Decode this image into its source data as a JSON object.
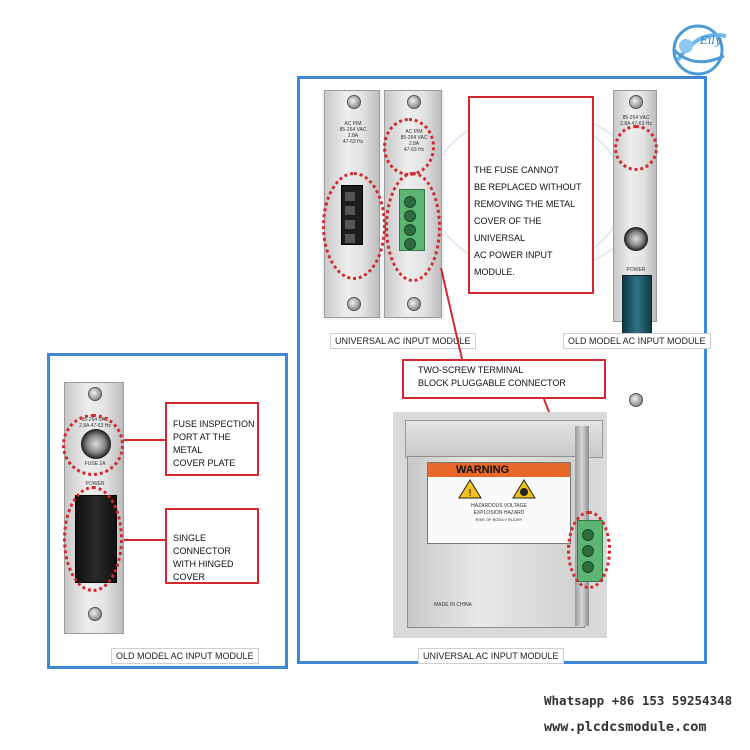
{
  "logo": {
    "text": "Eily"
  },
  "captions": {
    "top_left": "UNIVERSAL AC INPUT MODULE",
    "top_right": "OLD MODEL AC INPUT MODULE",
    "bottom_left": "OLD MODEL AC INPUT MODULE",
    "bottom_right": "UNIVERSAL AC INPUT MODULE"
  },
  "callouts": {
    "fuse_cannot": "THE FUSE CANNOT\nBE REPLACED WITHOUT\nREMOVING THE METAL\nCOVER OF THE UNIVERSAL\nAC POWER INPUT MODULE.",
    "two_screw": "TWO-SCREW TERMINAL\nBLOCK  PLUGGABLE CONNECTOR",
    "fuse_inspection": "FUSE INSPECTION\nPORT AT THE METAL\nCOVER PLATE",
    "single_connector": "SINGLE CONNECTOR\nWITH HINGED COVER"
  },
  "module_labels": {
    "pim_a": "AC PIM\n85-264 VAC\n2.8A\n47-63 Hz",
    "pim_b": "AC PIM\n85-264 VAC\n2.8A\n47-63 Hz",
    "old_small": "85-264 VAC\n2.8A 47-63 Hz",
    "old_small_b": "FUSE 2A",
    "power_label": "POWER"
  },
  "warning_label": {
    "title": "WARNING",
    "line1": "HAZARDOUS VOLTAGE",
    "line2": "EXPLOSION HAZARD",
    "line3": "RISK OF BODILY INJURY",
    "made_in": "MADE IN CHINA"
  },
  "contact": {
    "whatsapp": "Whatsapp +86 153 59254348",
    "website": "www.plcdcsmodule.com"
  },
  "colors": {
    "frame_blue": "#3f86d6",
    "callout_red": "#d4272e",
    "connector_green": "#5db574",
    "warning_orange": "#e8682a"
  }
}
